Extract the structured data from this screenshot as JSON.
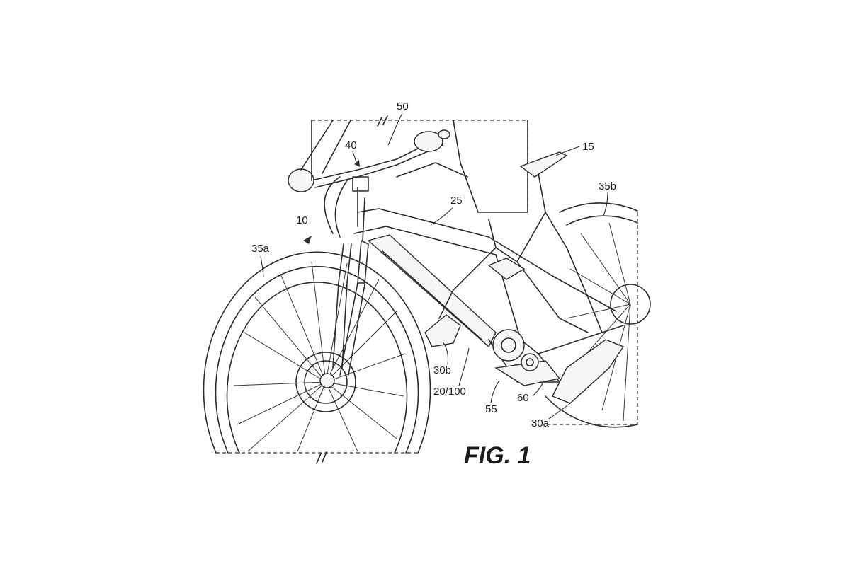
{
  "figure": {
    "title": "FIG. 1",
    "labels": {
      "l50": "50",
      "l40": "40",
      "l15": "15",
      "l35b": "35b",
      "l25": "25",
      "l10": "10",
      "l35a": "35a",
      "l30b": "30b",
      "l20_100": "20/100",
      "l55": "55",
      "l60": "60",
      "l30a": "30a"
    }
  },
  "colors": {
    "line": "#2b2b2b",
    "background": "#ffffff"
  }
}
